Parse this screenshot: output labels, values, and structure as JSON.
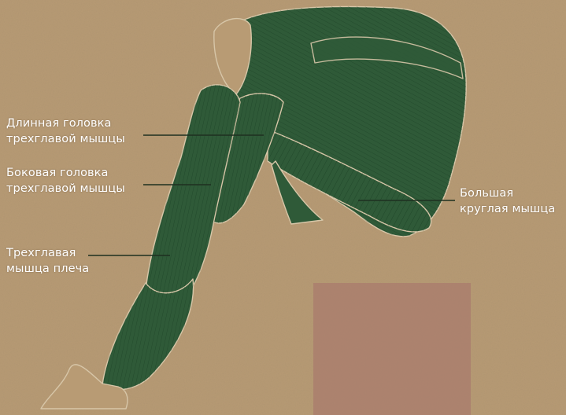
{
  "labels": {
    "long_head": {
      "line1": "Длинная головка",
      "line2": "трехглавой мышцы"
    },
    "lateral_head": {
      "line1": "Боковая головка",
      "line2": "трехглавой мышцы"
    },
    "triceps": {
      "line1": "Трехглавая",
      "line2": "мышца плеча"
    },
    "teres_major": {
      "line1": "Большая",
      "line2": "круглая мышца"
    }
  },
  "colors": {
    "background": "#b89b74",
    "muscle": "#2f5a38",
    "muscle_dark": "#1f4528",
    "highlight_box": "#a8796c",
    "leader_line": "#1e3020",
    "label_text": "#ffffff"
  }
}
